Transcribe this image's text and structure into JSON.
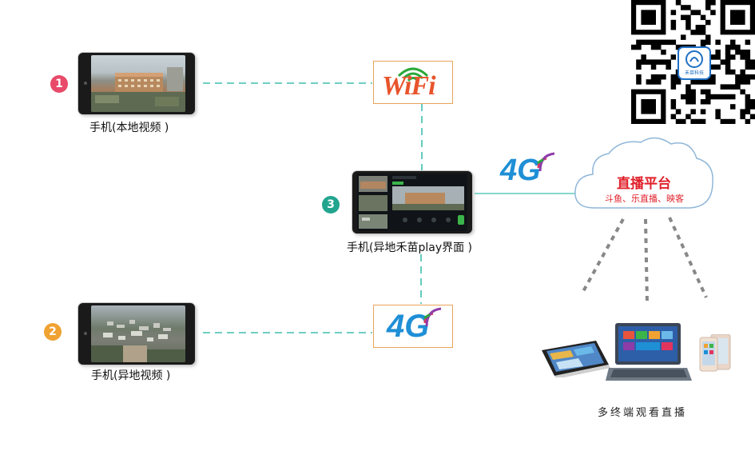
{
  "devices": {
    "phone1": {
      "caption": "手机(本地视频 )",
      "badge": "1",
      "badge_color": "#e84a6a"
    },
    "phone2": {
      "caption": "手机(异地视频 )",
      "badge": "2",
      "badge_color": "#f0a232"
    },
    "phone3": {
      "caption": "手机(异地禾苗play界面 )",
      "badge": "3",
      "badge_color": "#22a58f"
    }
  },
  "network": {
    "wifi_label": "WiFi",
    "top_4g_label": "4G",
    "bottom_4g_label": "4G",
    "line_color": "#3dbfae",
    "box_border": "#e8a45a"
  },
  "cloud": {
    "title": "直播平台",
    "subtitle": "斗鱼、乐直播、映客",
    "accent": "#e0202a"
  },
  "viewers": {
    "caption": "多终端观看直播"
  },
  "qr": {
    "logo_text": "禾苗科技"
  }
}
